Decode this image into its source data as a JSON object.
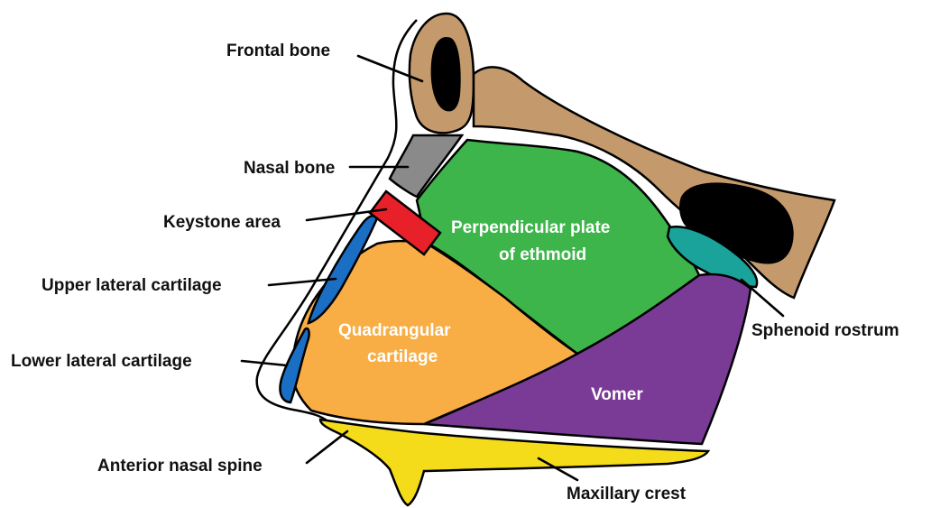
{
  "labels": {
    "frontal_bone": "Frontal bone",
    "nasal_bone": "Nasal bone",
    "keystone_area": "Keystone area",
    "upper_lateral_cartilage": "Upper lateral cartilage",
    "lower_lateral_cartilage": "Lower lateral cartilage",
    "anterior_nasal_spine": "Anterior nasal spine",
    "maxillary_crest": "Maxillary crest",
    "sphenoid_rostrum": "Sphenoid rostrum",
    "perpendicular_plate_line1": "Perpendicular plate",
    "perpendicular_plate_line2": "of ethmoid",
    "quadrangular_line1": "Quadrangular",
    "quadrangular_line2": "cartilage",
    "vomer": "Vomer"
  },
  "colors": {
    "bone_tan": "#c49a6c",
    "sinus_black": "#000000",
    "nasal_bone_gray": "#8a8a8a",
    "keystone_red": "#e8202a",
    "cartilage_blue": "#1a6fc4",
    "ethmoid_green": "#3db54a",
    "quadrangular_orange": "#f8ad45",
    "vomer_purple": "#7a3b96",
    "sphenoid_teal": "#1aa39a",
    "maxillary_yellow": "#f5dc1b"
  }
}
